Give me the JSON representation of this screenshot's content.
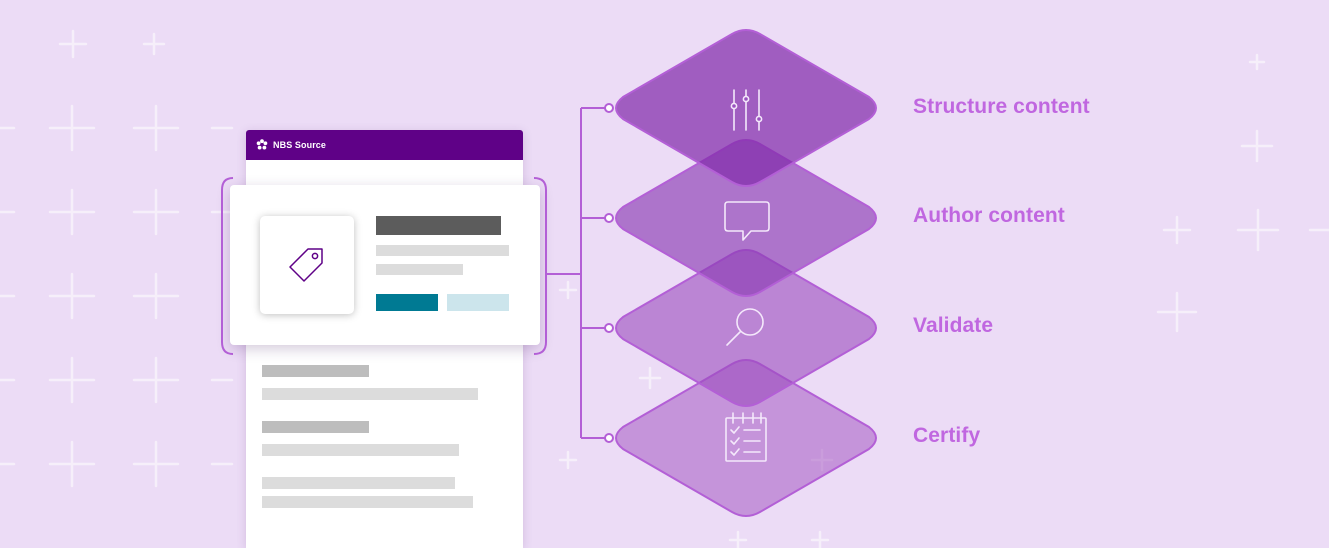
{
  "panel": {
    "brand_name": "NBS Source"
  },
  "steps": [
    {
      "label": "Structure content",
      "icon": "sliders-icon"
    },
    {
      "label": "Author content",
      "icon": "speech-bubble-icon"
    },
    {
      "label": "Validate",
      "icon": "magnifier-icon"
    },
    {
      "label": "Certify",
      "icon": "checklist-clipboard-icon"
    }
  ],
  "colors": {
    "background": "#ecdcf6",
    "header": "#5f0187",
    "label": "#c067e0",
    "connector": "#b35fd6",
    "primary_button": "#007a93",
    "secondary_button": "#cce5ec"
  }
}
